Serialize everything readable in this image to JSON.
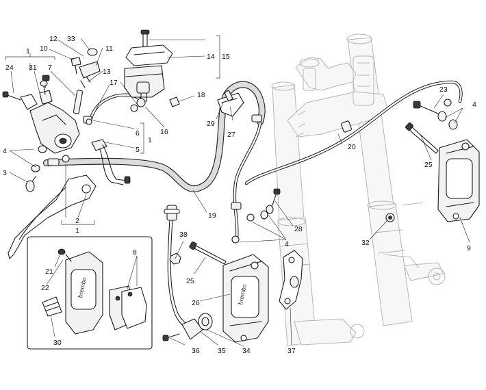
{
  "labels": {
    "p1a": "1",
    "p1b": "1",
    "p1c": "1",
    "p2": "2",
    "p3": "3",
    "p4a": "4",
    "p4b": "4",
    "p4c": "4",
    "p5": "5",
    "p6": "6",
    "p7": "7",
    "p8": "8",
    "p9": "9",
    "p10": "10",
    "p11": "11",
    "p12": "12",
    "p13": "13",
    "p14": "14",
    "p15": "15",
    "p16": "16",
    "p17": "17",
    "p18": "18",
    "p19": "19",
    "p20": "20",
    "p21": "21",
    "p22": "22",
    "p23": "23",
    "p24": "24",
    "p25a": "25",
    "p25b": "25",
    "p26": "26",
    "p27": "27",
    "p28": "28",
    "p29": "29",
    "p30": "30",
    "p31": "31",
    "p32": "32",
    "p33": "33",
    "p34": "34",
    "p35": "35",
    "p36": "36",
    "p37": "37",
    "p38": "38"
  },
  "caliper_text": "brembo"
}
